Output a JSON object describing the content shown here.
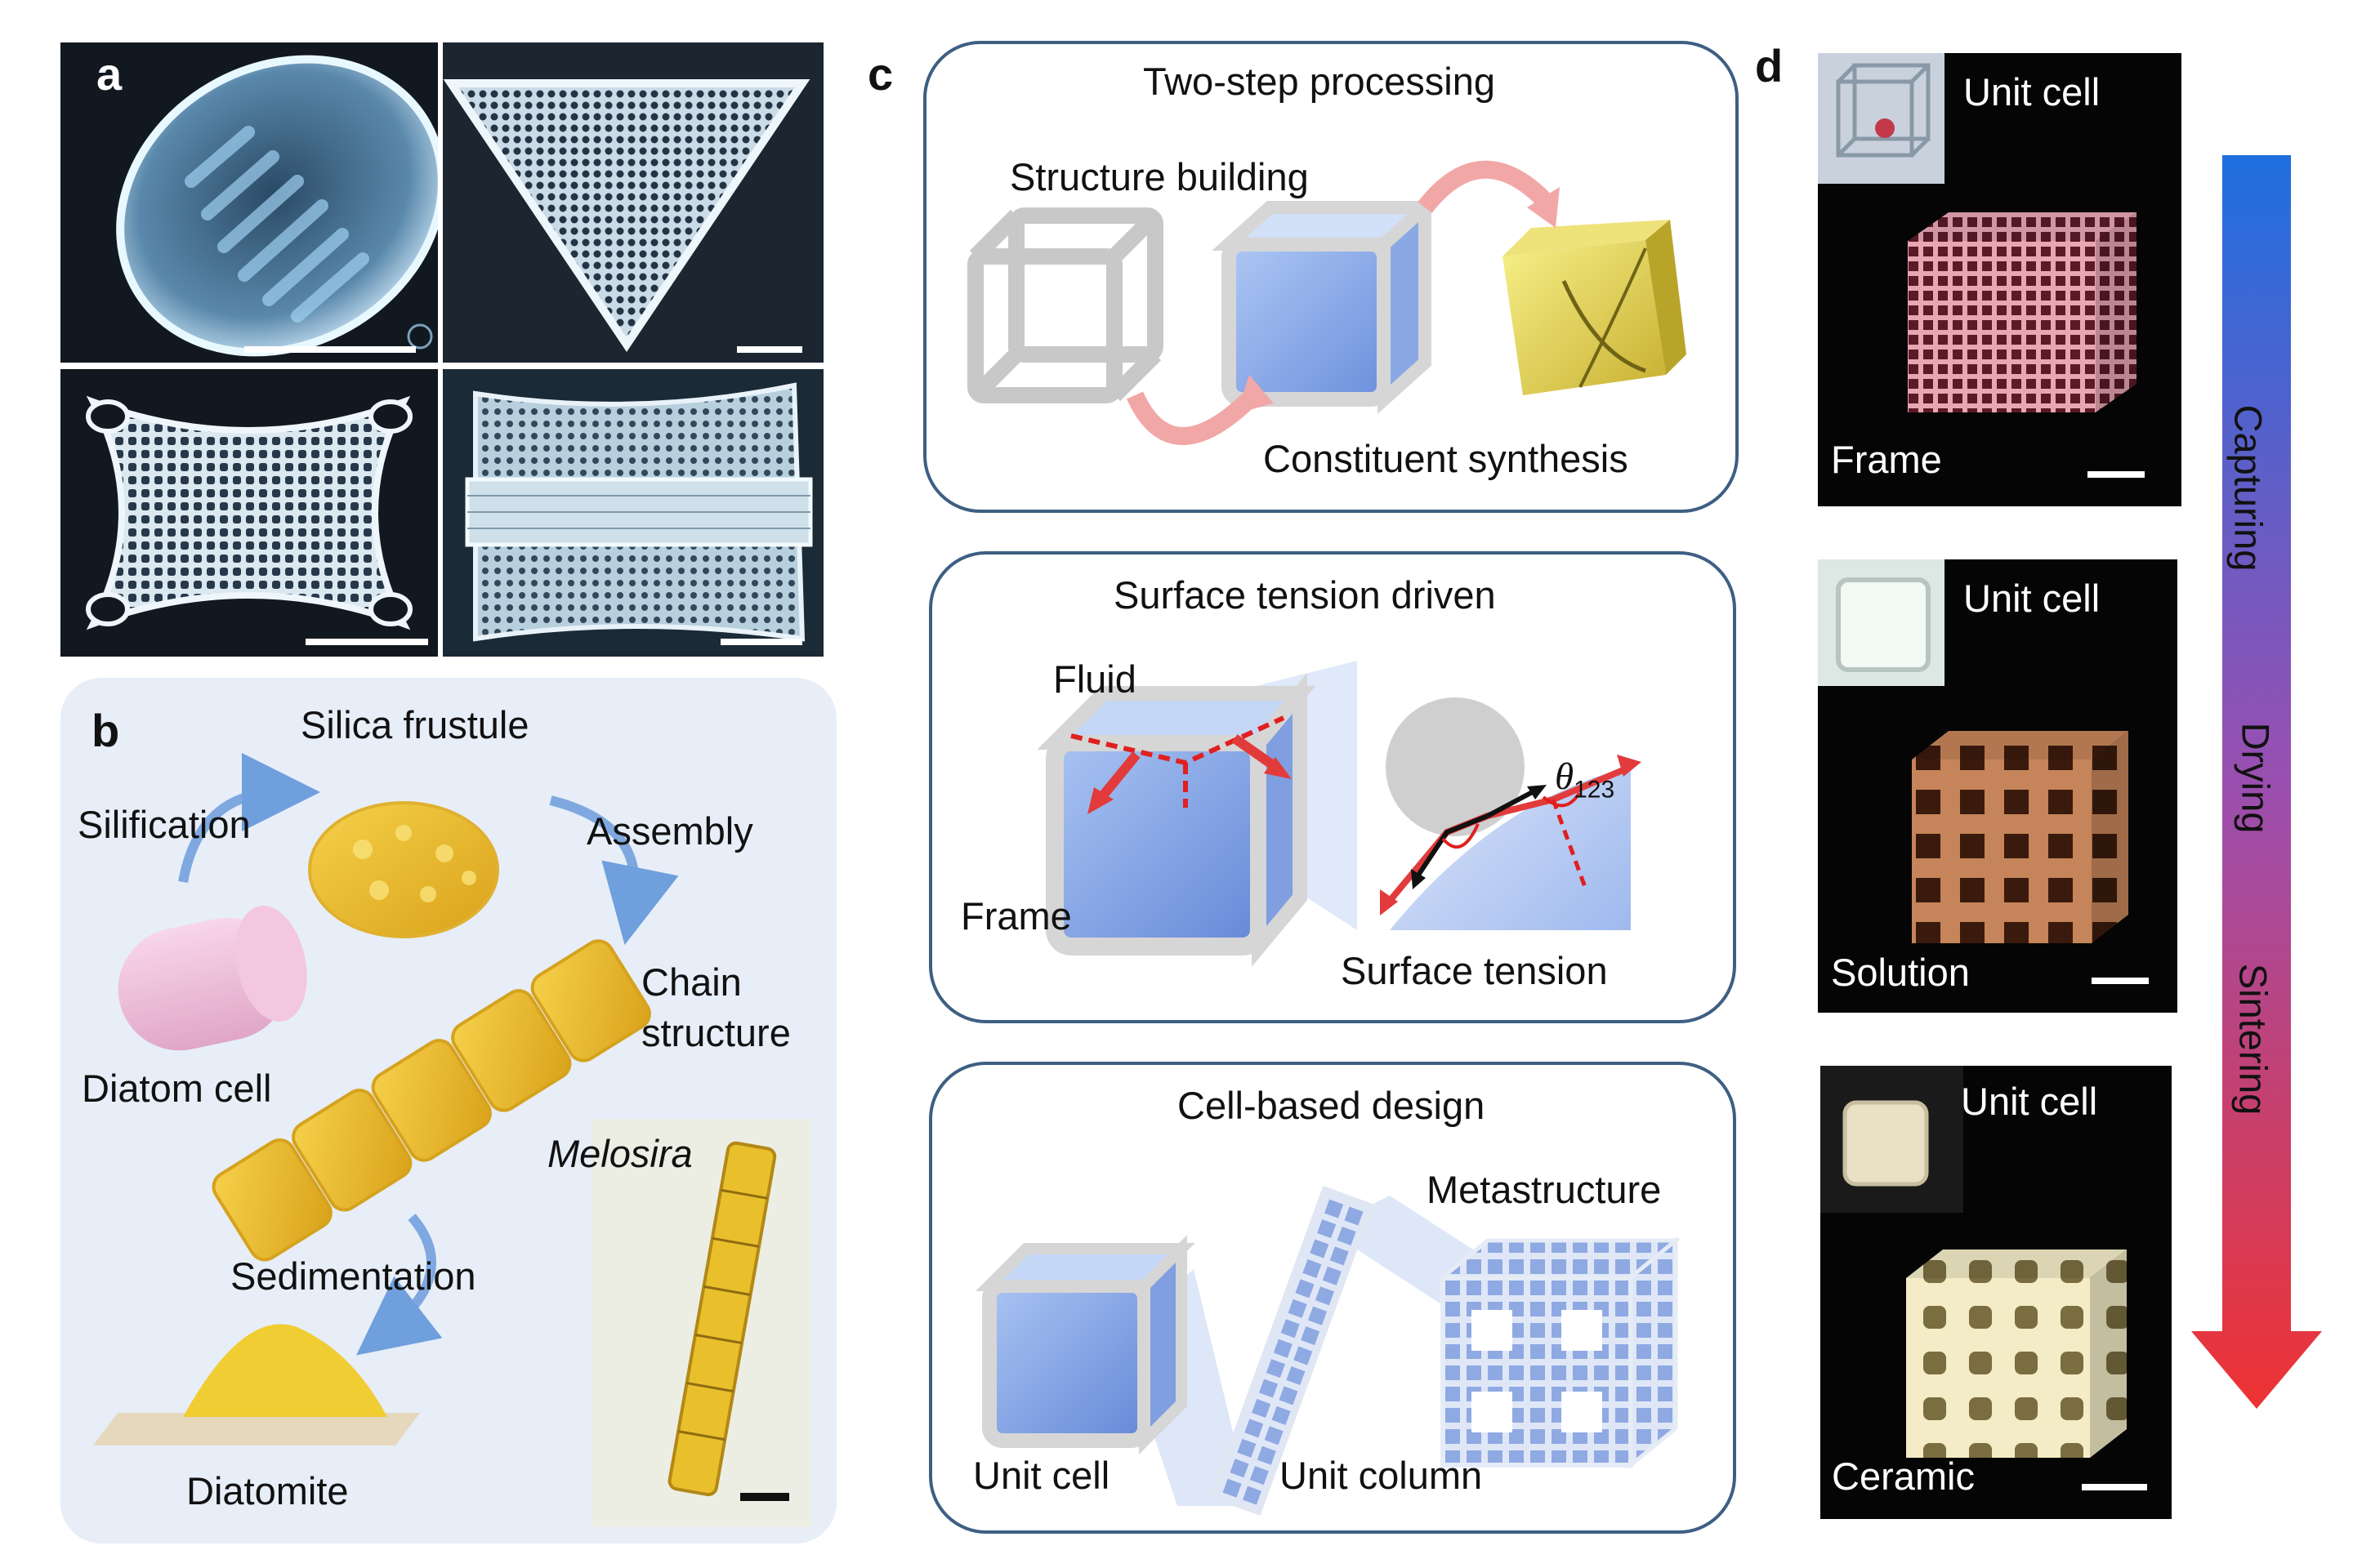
{
  "panels": {
    "a": "a",
    "b": "b",
    "c": "c",
    "d": "d"
  },
  "panel_b": {
    "silica_frustule": "Silica frustule",
    "silification": "Silification",
    "assembly": "Assembly",
    "chain_line1": "Chain",
    "chain_line2": "structure",
    "diatom_cell": "Diatom cell",
    "melosira": "Melosira",
    "sedimentation": "Sedimentation",
    "diatomite": "Diatomite"
  },
  "panel_c": {
    "box1": {
      "title": "Two-step processing",
      "structure_building": "Structure building",
      "constituent_synthesis": "Constituent synthesis"
    },
    "box2": {
      "title": "Surface tension driven",
      "fluid": "Fluid",
      "frame": "Frame",
      "surface_tension": "Surface tension",
      "theta": "θ",
      "theta_sub": "123"
    },
    "box3": {
      "title": "Cell-based design",
      "metastructure": "Metastructure",
      "unit_cell": "Unit cell",
      "unit_column": "Unit column"
    }
  },
  "panel_d": {
    "unit_cell_1": "Unit cell",
    "frame": "Frame",
    "unit_cell_2": "Unit cell",
    "solution": "Solution",
    "unit_cell_3": "Unit cell",
    "ceramic": "Ceramic",
    "capturing": "Capturing",
    "drying": "Drying",
    "sintering": "Sintering"
  },
  "colors": {
    "box_border": "#3d5f82",
    "panel_b_bg": "#e7eef8",
    "sem_bg": "#121820",
    "arrow_top": "#1f6fe0",
    "arrow_mid": "#9a4fb0",
    "arrow_bottom": "#ee3232",
    "accent_red": "#e02020",
    "gold": "#e7b92a"
  }
}
